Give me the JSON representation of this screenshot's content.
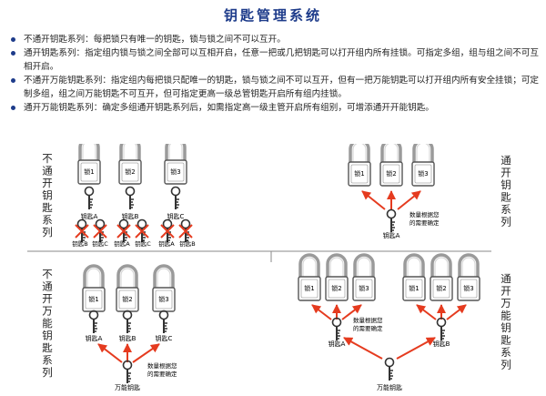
{
  "title": "钥匙管理系统",
  "bullets": [
    "不通开钥匙系列：每把锁只有唯一的钥匙，锁与锁之间不可以互开。",
    "通开钥匙系列：指定组内锁与锁之间全部可以互相开启，任意一把或几把钥匙可以打开组内所有挂锁。可指定多组，组与组之间不可互相开启。",
    "不通开万能钥匙系列：指定组内每把锁只配唯一的钥匙，锁与锁之间不可以互开，但有一把万能钥匙可以打开组内所有安全挂锁；可定制多组，组之间万能钥匙不可互开，但可指定更高一级总管钥匙开启所有组内挂锁。",
    "通开万能钥匙系列：确定多组通开钥匙系列后，如需指定高一级主管开启所有组别，可增添通开开能钥匙。"
  ],
  "diagram": {
    "labels": {
      "q1": "不通开钥匙系列",
      "q2": "通开钥匙系列",
      "q3": "不通开万能钥匙系列",
      "q4": "通开万能钥匙系列"
    },
    "locks": [
      "锁1",
      "锁2",
      "锁3"
    ],
    "keys": [
      "钥匙A",
      "钥匙B",
      "钥匙C"
    ],
    "master_key": "万能钥匙",
    "note": "数量根据您的需要确定",
    "note_line1": "数量根据您",
    "note_line2": "的需要确定",
    "crossed_keys": [
      "钥匙B",
      "钥匙C",
      "钥匙A",
      "钥匙C",
      "钥匙A",
      "钥匙B"
    ]
  },
  "colors": {
    "title": "#1d3b8a",
    "arrow": "#e53b1f",
    "cross": "#e53b1f",
    "line": "#8a8a8a"
  }
}
